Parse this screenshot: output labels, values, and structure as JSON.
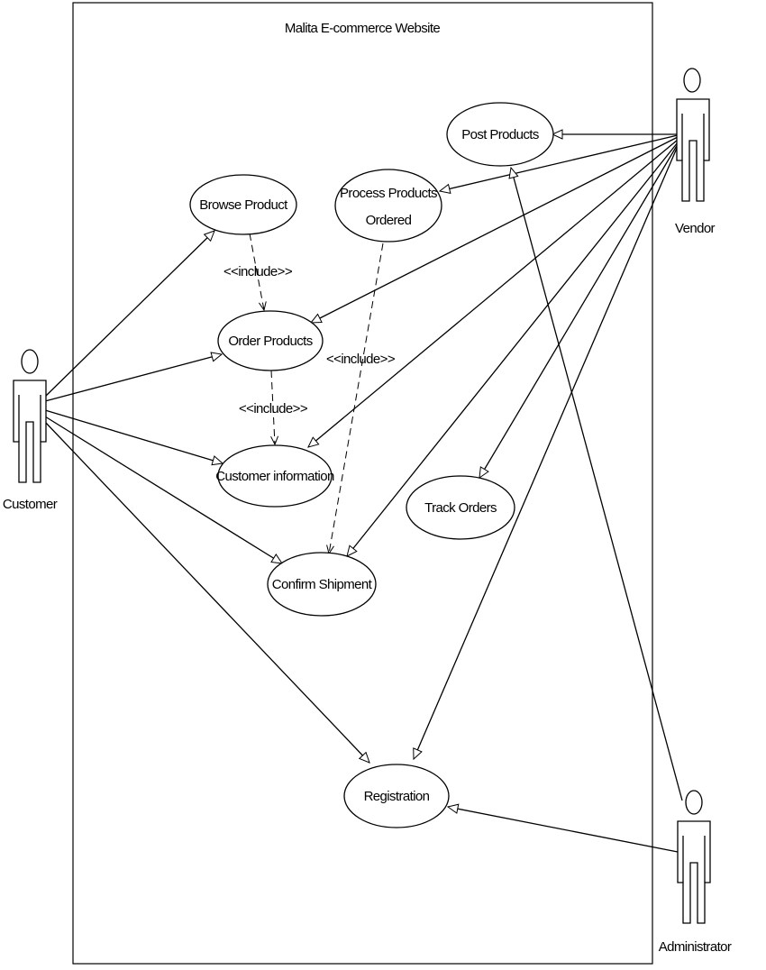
{
  "system": {
    "title": "Malita E-commerce Website"
  },
  "actors": {
    "customer": "Customer",
    "vendor": "Vendor",
    "administrator": "Administrator"
  },
  "use_cases": {
    "post_products": "Post Products",
    "browse_product": "Browse Product",
    "process_products_line1": "Process Products",
    "process_products_line2": "Ordered",
    "order_products": "Order Products",
    "customer_information": "Customer information",
    "track_orders": "Track Orders",
    "confirm_shipment": "Confirm Shipment",
    "registration": "Registration"
  },
  "stereotypes": {
    "include_browse_order": "<<include>>",
    "include_process_confirm": "<<include>>",
    "include_order_customer": "<<include>>"
  },
  "colors": {
    "stroke": "#000000",
    "background": "#ffffff"
  }
}
